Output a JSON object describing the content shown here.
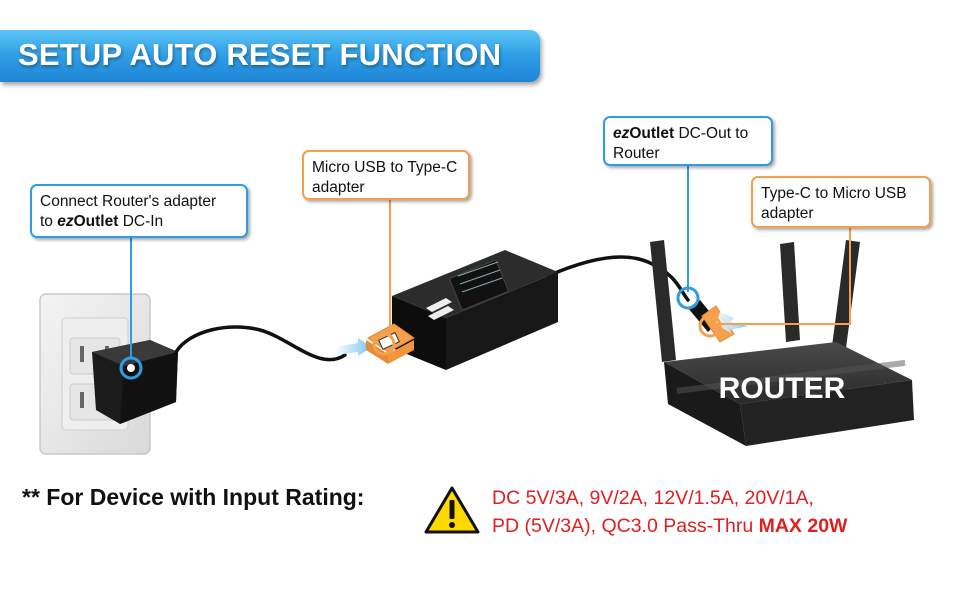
{
  "banner": {
    "title": "SETUP AUTO RESET FUNCTION"
  },
  "callouts": {
    "router_adapter": {
      "line1": "Connect Router's adapter",
      "line2_prefix": "to ",
      "line2_brand_ez": "ez",
      "line2_brand_outlet": "Outlet",
      "line2_suffix": " DC-In"
    },
    "micro_usb": {
      "line1": "Micro USB to Type-C",
      "line2": "adapter"
    },
    "dc_out": {
      "brand_ez": "ez",
      "brand_outlet": "Outlet",
      "line1_suffix": " DC-Out to",
      "line2": "Router"
    },
    "typec_micro": {
      "line1": "Type-C to Micro USB",
      "line2": "adapter"
    }
  },
  "router": {
    "label": "ROUTER"
  },
  "footer": {
    "prefix": "** For Device with Input Rating:",
    "line1": "DC 5V/3A, 9V/2A, 12V/1.5A, 20V/1A,",
    "line2": "PD (5V/3A), QC3.0 Pass-Thru ",
    "max": "MAX 20W"
  },
  "icons": [
    "warning-icon"
  ],
  "colors": {
    "banner": "#2e9de6",
    "callout_blue": "#2e9de6",
    "callout_orange": "#f5a04a",
    "rating_red": "#e02020",
    "warning_yellow": "#ffd800"
  }
}
